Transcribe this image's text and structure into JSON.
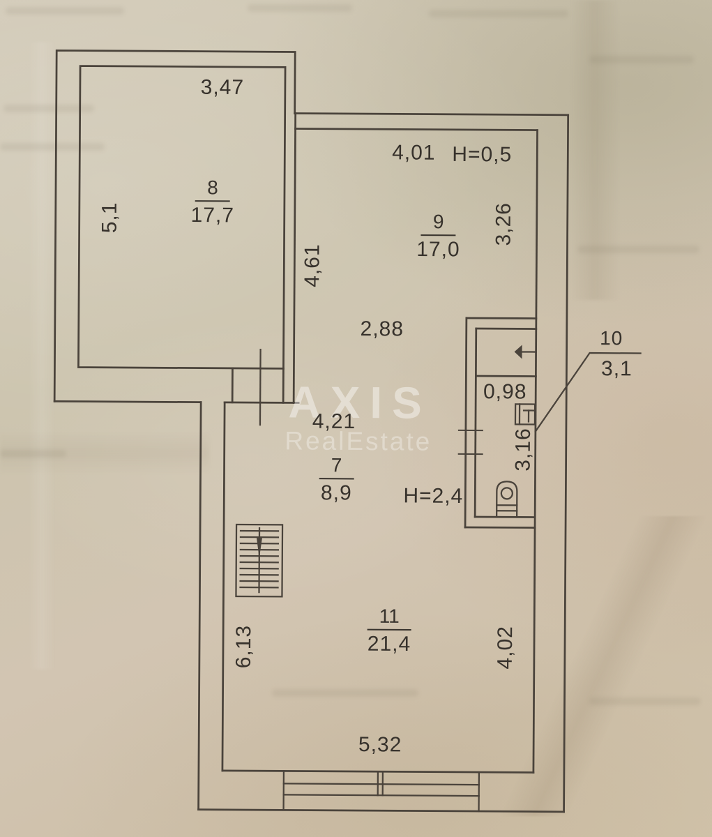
{
  "colors": {
    "paper": "#cfc5b2",
    "ink": "#4a433b",
    "label": "#37322c",
    "watermark": "#ffffff"
  },
  "watermark": {
    "brand": "AXIS",
    "subtitle": "RealEstate"
  },
  "rooms": {
    "r8": {
      "number": "8",
      "area": "17,7"
    },
    "r9": {
      "number": "9",
      "area": "17,0"
    },
    "r7": {
      "number": "7",
      "area": "8,9"
    },
    "r10": {
      "number": "10",
      "area": "3,1"
    },
    "r11": {
      "number": "11",
      "area": "21,4"
    }
  },
  "dims": {
    "r8_top": "3,47",
    "r8_left": "5,1",
    "r9_top": "4,01",
    "r9_note": "H=0,5",
    "r9_left": "4,61",
    "r9_right": "3,26",
    "hall_upper": "2,88",
    "hall_lower": "4,21",
    "hall_note": "H=2,4",
    "bath_width": "0,98",
    "bath_depth": "3,16",
    "r11_left": "6,13",
    "r11_right": "4,02",
    "r11_bottom": "5,32"
  }
}
